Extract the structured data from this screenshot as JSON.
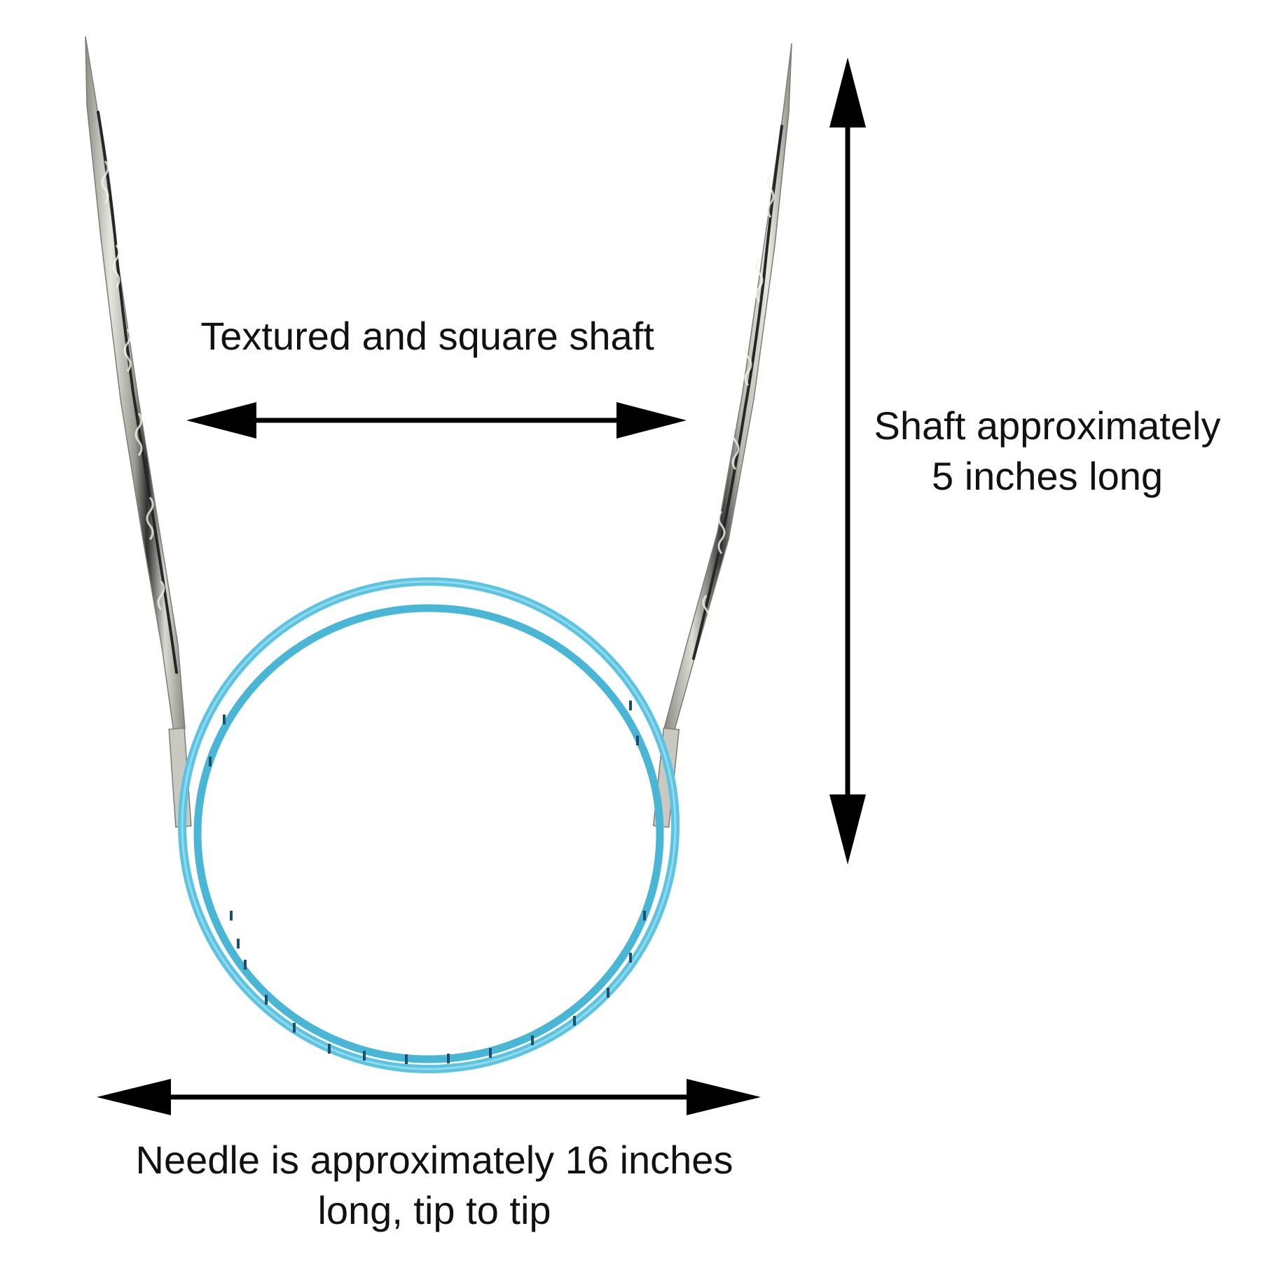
{
  "annotations": {
    "shaft_texture": "Textured and square shaft",
    "shaft_length": {
      "line1": "Shaft approximately",
      "line2": "5 inches long"
    },
    "needle_length": {
      "line1": "Needle is approximately 16 inches",
      "line2": "long, tip to tip"
    }
  },
  "colors": {
    "background": "#ffffff",
    "arrow": "#000000",
    "text": "#111111",
    "metal_light": "#e4e4dc",
    "metal_mid": "#b4b4aa",
    "metal_dark": "#3a3a3a",
    "cable": "#5cc4e0",
    "cable_dark": "#2f95b6",
    "cable_print": "#1d4f6e"
  }
}
